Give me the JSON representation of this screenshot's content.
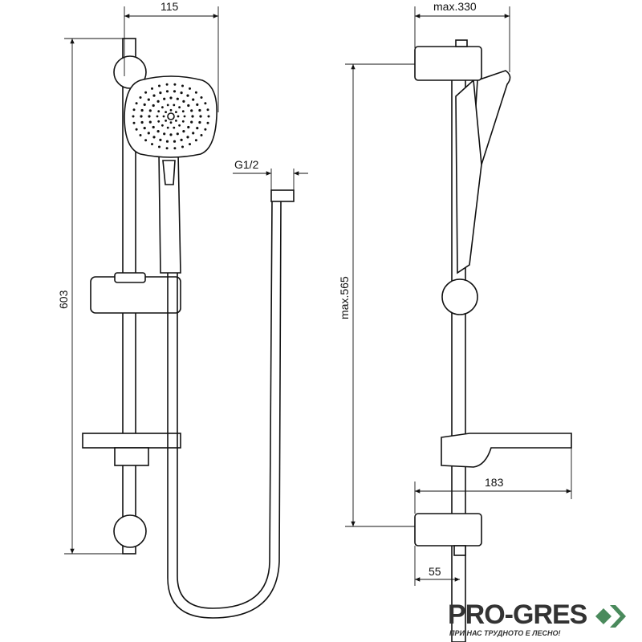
{
  "dimensions": {
    "width_head": "115",
    "total_height": "603",
    "connector": "G1/2",
    "max_depth": "max.330",
    "max_height": "max.565",
    "shelf_depth": "183",
    "bracket_depth": "55"
  },
  "logo": {
    "name": "PRO-GRES",
    "tagline": "ПРИ НАС ТРУДНОТО Е ЛЕСНО!",
    "color": "#4a8a5c"
  }
}
